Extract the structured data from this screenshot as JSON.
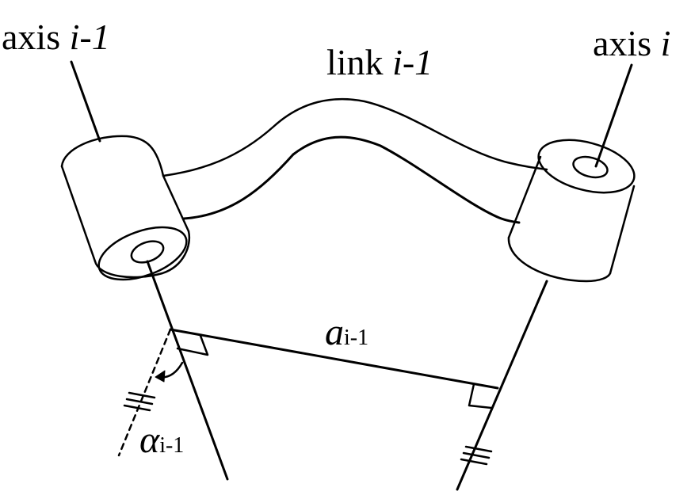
{
  "labels": {
    "axis_prev": {
      "word": "axis",
      "var": "i-1"
    },
    "axis_curr": {
      "word": "axis",
      "var": "i"
    },
    "link": {
      "word": "link",
      "var": "i-1"
    },
    "length": {
      "symbol": "a",
      "sub": "i-1"
    },
    "twist": {
      "symbol": "α",
      "sub": "i-1"
    }
  }
}
